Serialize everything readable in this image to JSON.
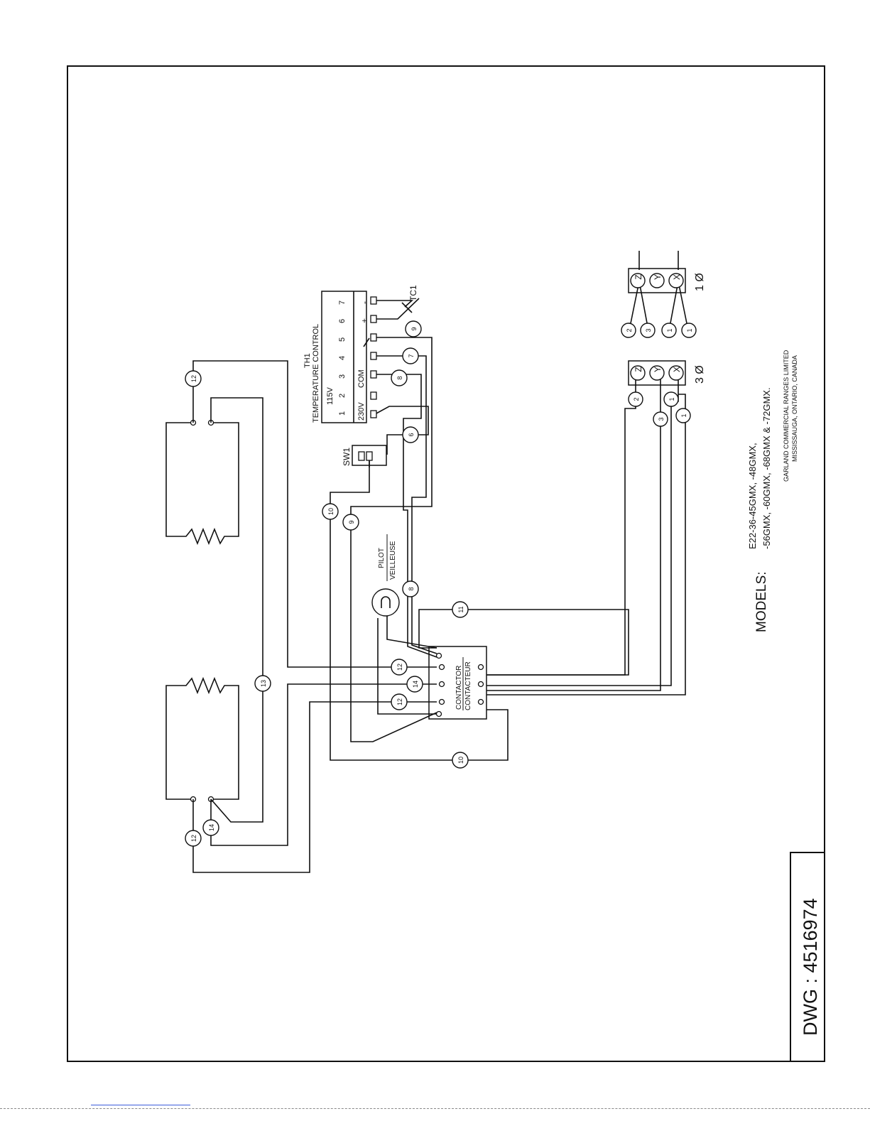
{
  "drawing_number": "DWG : 4516974",
  "models_label": "MODELS:",
  "models_line1": "E22-36-45GMX, -48GMX,",
  "models_line2": "-56GMX, -60GMX, -68GMX & -72GMX.",
  "maker_line1": "GARLAND COMMERCIAL RANGES LIMITED",
  "maker_line2": "MISSISSAUGA, ONTARIO, CANADA",
  "thermostat": {
    "tag": "TH1",
    "title": "TEMPERATURE CONTROL",
    "v115": "115V",
    "v230": "230V",
    "com": "COM",
    "plus": "+",
    "minus": "-",
    "terminals": [
      "1",
      "2",
      "3",
      "4",
      "5",
      "6",
      "7"
    ]
  },
  "thermocouple": "TC1",
  "switch": "SW1",
  "pilot": {
    "en": "PILOT",
    "fr": "VEILLEUSE"
  },
  "contactor": {
    "en": "CONTACTOR",
    "fr": "CONTACTEUR"
  },
  "supply": {
    "three_phase": "3 Ø",
    "single_phase": "1 Ø",
    "terminals": [
      "Z",
      "Y",
      "X"
    ]
  },
  "wires": {
    "w1": "1",
    "w2": "2",
    "w3": "3",
    "w6": "6",
    "w7": "7",
    "w8": "8",
    "w9": "9",
    "w10": "10",
    "w11": "11",
    "w12": "12",
    "w13": "13",
    "w14": "14"
  }
}
